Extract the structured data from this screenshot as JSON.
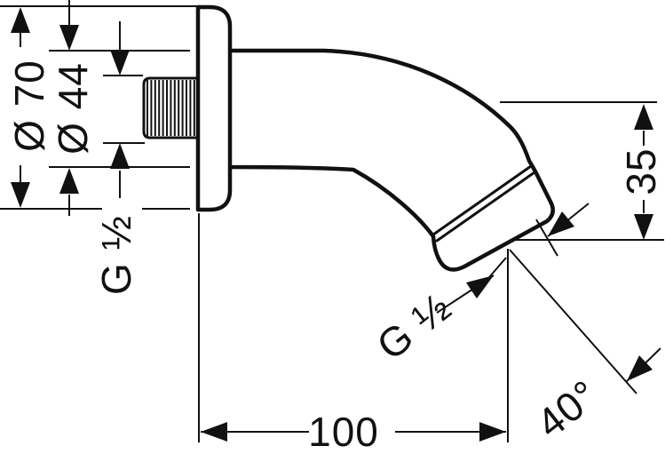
{
  "drawing": {
    "background_color": "#ffffff",
    "line_color": "#111111",
    "labels": {
      "flange_diameter": "Ø 70",
      "arm_diameter": "Ø 44",
      "wall_thread": "G ½",
      "outlet_height": "35",
      "outlet_thread": "G ½",
      "projection_length": "100",
      "outlet_angle": "40°"
    }
  }
}
